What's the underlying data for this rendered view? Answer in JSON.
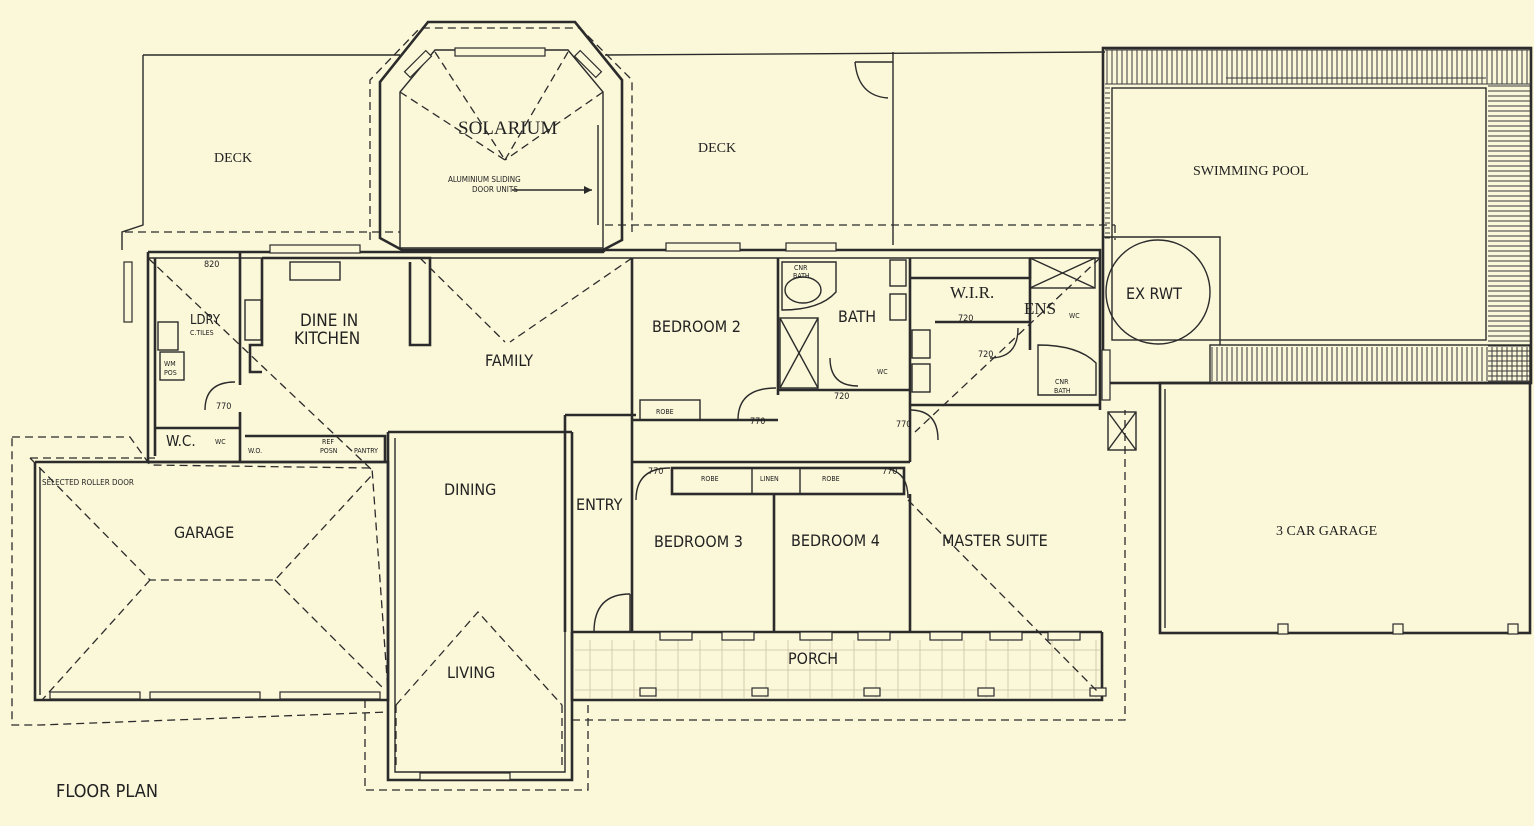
{
  "title": "FLOOR PLAN",
  "rooms": {
    "deck_left": "DECK",
    "deck_right": "DECK",
    "solarium": "SOLARIUM",
    "solarium_note_1": "ALUMINIUM SLIDING",
    "solarium_note_2": "DOOR UNITS",
    "swimming_pool": "SWIMMING POOL",
    "ex_rwt": "EX RWT",
    "ldry": "LDRY",
    "ldry_tiles": "C.TILES",
    "dine_in_kitchen_1": "DINE IN",
    "dine_in_kitchen_2": "KITCHEN",
    "family": "FAMILY",
    "bedroom2": "BEDROOM 2",
    "bath": "BATH",
    "cnr_bath_1": "CNR",
    "cnr_bath_2": "BATH",
    "wir": "W.I.R.",
    "ens": "ENS",
    "cnr_bath_ens_1": "CNR",
    "cnr_bath_ens_2": "BATH",
    "wc_room": "W.C.",
    "wc": "WC",
    "wo": "W.O.",
    "ref_posn_1": "REF",
    "ref_posn_2": "POSN",
    "pantry": "PANTRY",
    "wm_pos_1": "WM",
    "wm_pos_2": "POS",
    "robe": "ROBE",
    "linen": "LINEN",
    "dining": "DINING",
    "entry": "ENTRY",
    "bedroom3": "BEDROOM 3",
    "bedroom4": "BEDROOM 4",
    "master_suite": "MASTER SUITE",
    "garage": "GARAGE",
    "roller_door": "SELECTED ROLLER DOOR",
    "three_car_garage": "3 CAR GARAGE",
    "living": "LIVING",
    "porch": "PORCH"
  },
  "dimensions": {
    "d820": "820",
    "d770": "770",
    "d720": "720"
  },
  "colors": {
    "paper": "#fbf7d9",
    "ink": "#2b2b2b"
  }
}
